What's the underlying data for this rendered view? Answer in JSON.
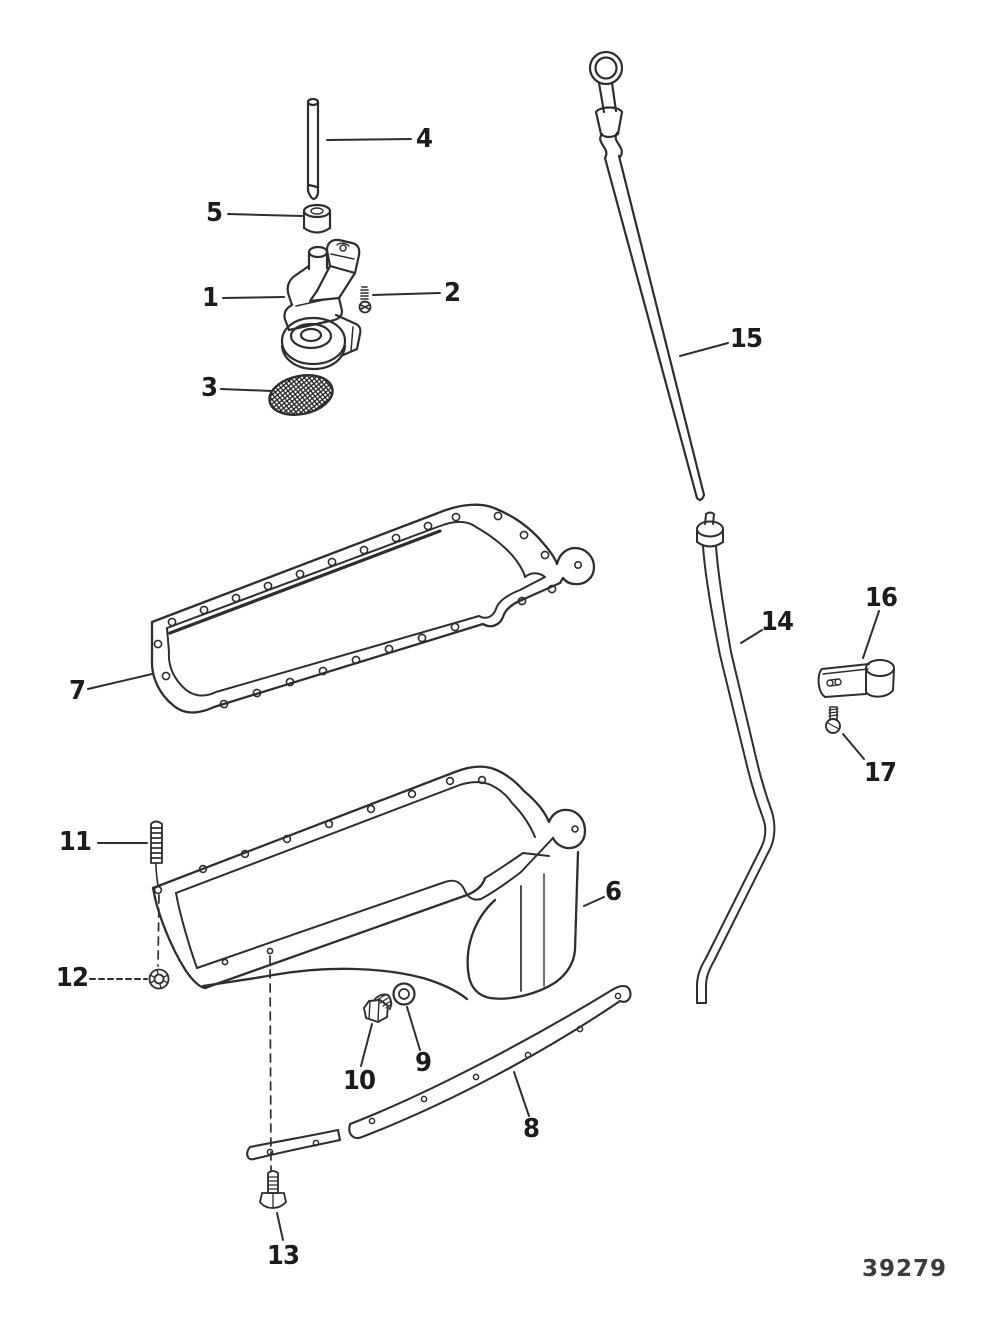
{
  "diagram": {
    "background_color": "#ffffff",
    "ink_color": "#2e2e2e",
    "drawing_number": "39279",
    "callouts": [
      {
        "number": "1",
        "part": "oil-pump"
      },
      {
        "number": "2",
        "part": "screw"
      },
      {
        "number": "3",
        "part": "pickup-screen"
      },
      {
        "number": "4",
        "part": "drive-shaft"
      },
      {
        "number": "5",
        "part": "coupling"
      },
      {
        "number": "6",
        "part": "oil-pan"
      },
      {
        "number": "7",
        "part": "oil-pan-gasket"
      },
      {
        "number": "8",
        "part": "reinforcement-strip"
      },
      {
        "number": "9",
        "part": "washer"
      },
      {
        "number": "10",
        "part": "drain-plug"
      },
      {
        "number": "11",
        "part": "stud"
      },
      {
        "number": "12",
        "part": "nut"
      },
      {
        "number": "13",
        "part": "bolt"
      },
      {
        "number": "14",
        "part": "dipstick-tube"
      },
      {
        "number": "15",
        "part": "dipstick"
      },
      {
        "number": "16",
        "part": "tube-clamp"
      },
      {
        "number": "17",
        "part": "clamp-screw"
      }
    ]
  }
}
